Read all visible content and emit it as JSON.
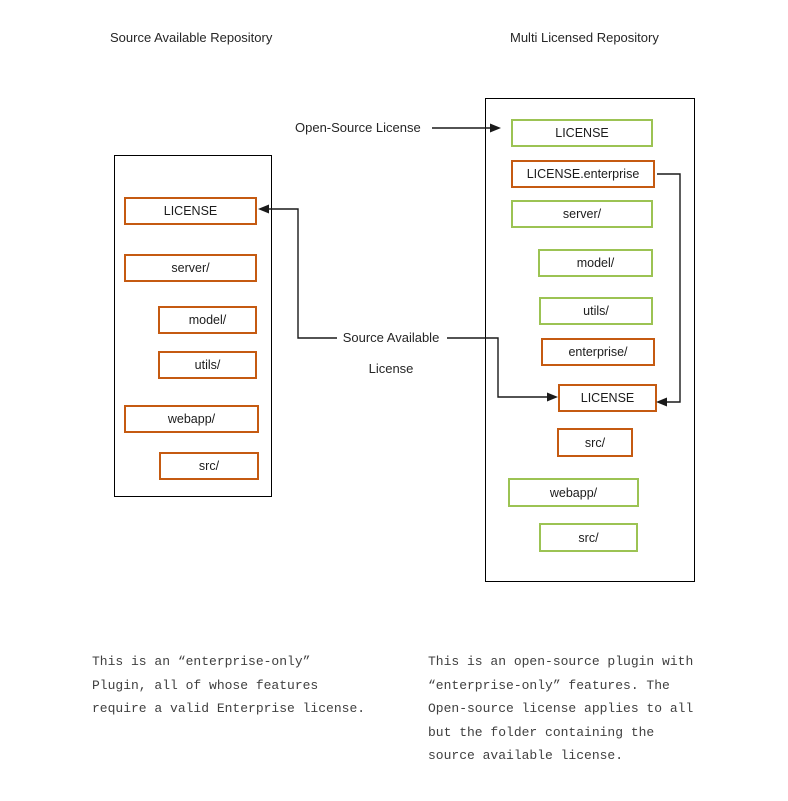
{
  "left_repo": {
    "title": "Source Available Repository",
    "items": [
      {
        "label": "LICENSE",
        "color": "orange"
      },
      {
        "label": "server/",
        "color": "orange"
      },
      {
        "label": "model/",
        "color": "orange"
      },
      {
        "label": "utils/",
        "color": "orange"
      },
      {
        "label": "webapp/",
        "color": "orange"
      },
      {
        "label": "src/",
        "color": "orange"
      }
    ]
  },
  "right_repo": {
    "title": "Multi Licensed Repository",
    "items": [
      {
        "label": "LICENSE",
        "color": "green"
      },
      {
        "label": "LICENSE.enterprise",
        "color": "orange"
      },
      {
        "label": "server/",
        "color": "green"
      },
      {
        "label": "model/",
        "color": "green"
      },
      {
        "label": "utils/",
        "color": "green"
      },
      {
        "label": "enterprise/",
        "color": "orange"
      },
      {
        "label": "LICENSE",
        "color": "orange"
      },
      {
        "label": "src/",
        "color": "orange"
      },
      {
        "label": "webapp/",
        "color": "green"
      },
      {
        "label": "src/",
        "color": "green"
      }
    ]
  },
  "connector_labels": {
    "open_source": "Open-Source License",
    "source_available_line1": "Source Available",
    "source_available_line2": "License"
  },
  "captions": {
    "left": [
      "This is an “enterprise-only”",
      "Plugin, all of whose features",
      "require a valid Enterprise license."
    ],
    "right": [
      "This is an open-source plugin with",
      "“enterprise-only” features. The",
      "Open-source license applies to all",
      "but the folder containing the",
      "source available license."
    ]
  },
  "colors": {
    "open_source_green": "#9CC353",
    "enterprise_orange": "#C55A11",
    "line": "#1a1a1a"
  }
}
